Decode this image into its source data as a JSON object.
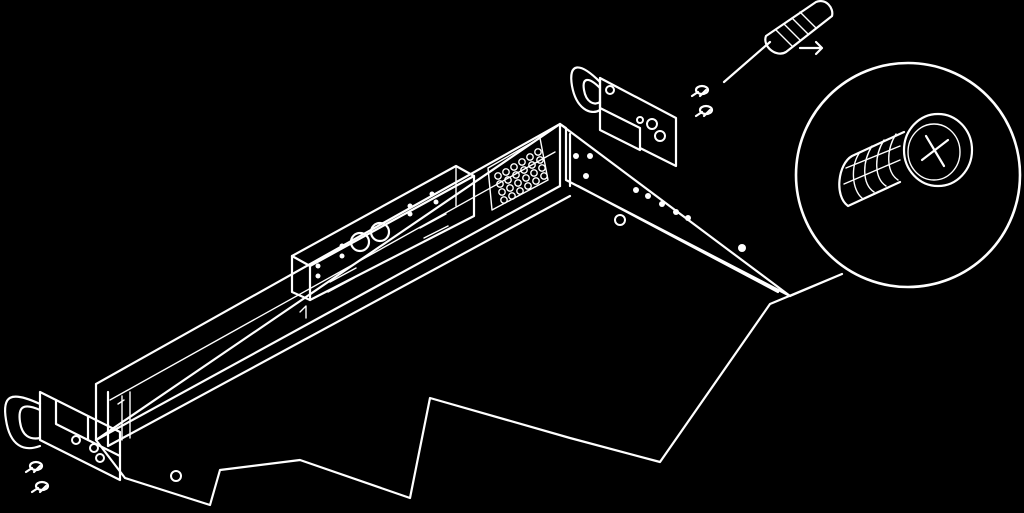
{
  "figure": {
    "background": "#000000",
    "line_color": "#ffffff",
    "parts": [
      "rack-chassis",
      "left-rack-ear-bracket",
      "right-rack-ear-bracket",
      "mounting-screws",
      "phillips-screwdriver",
      "screw-detail-magnifier"
    ]
  }
}
